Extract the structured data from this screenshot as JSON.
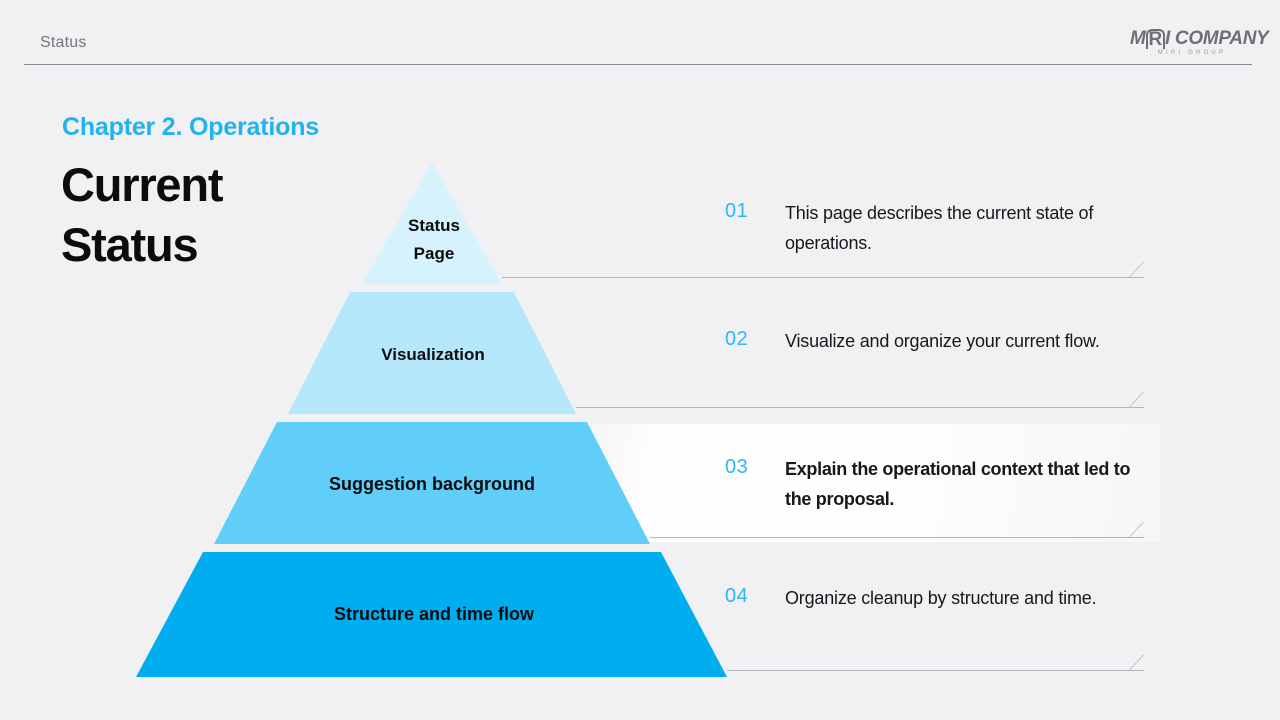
{
  "header": {
    "title": "Status",
    "logo": {
      "prefix": "M",
      "boxed": "R",
      "suffix": "I COMPANY",
      "sub": "MIRI GROUP"
    }
  },
  "heading": {
    "chapter": "Chapter 2. Operations",
    "title": "Current\nStatus"
  },
  "colors": {
    "accent": "#2cb8f0",
    "chapter": "#20b3ef",
    "background": "#f1f1f3",
    "tier_1": "#d6f2fc",
    "tier_2": "#b5e8fb",
    "tier_3": "#61cefa",
    "tier_4": "#00aeef"
  },
  "pyramid": {
    "tiers": [
      {
        "label": "Status\nPage",
        "color": "#d6f2fc"
      },
      {
        "label": "Visualization",
        "color": "#b5e8fb"
      },
      {
        "label": "Suggestion background",
        "color": "#61cefa"
      },
      {
        "label": "Structure and time flow",
        "color": "#00aeef"
      }
    ]
  },
  "items": [
    {
      "number": "01",
      "text": "This page describes the current state of operations.",
      "active": false
    },
    {
      "number": "02",
      "text": "Visualize and organize your current flow.",
      "active": false
    },
    {
      "number": "03",
      "text": "Explain the operational context that led to the proposal.",
      "active": true
    },
    {
      "number": "04",
      "text": "Organize cleanup by structure and time.",
      "active": false
    }
  ]
}
